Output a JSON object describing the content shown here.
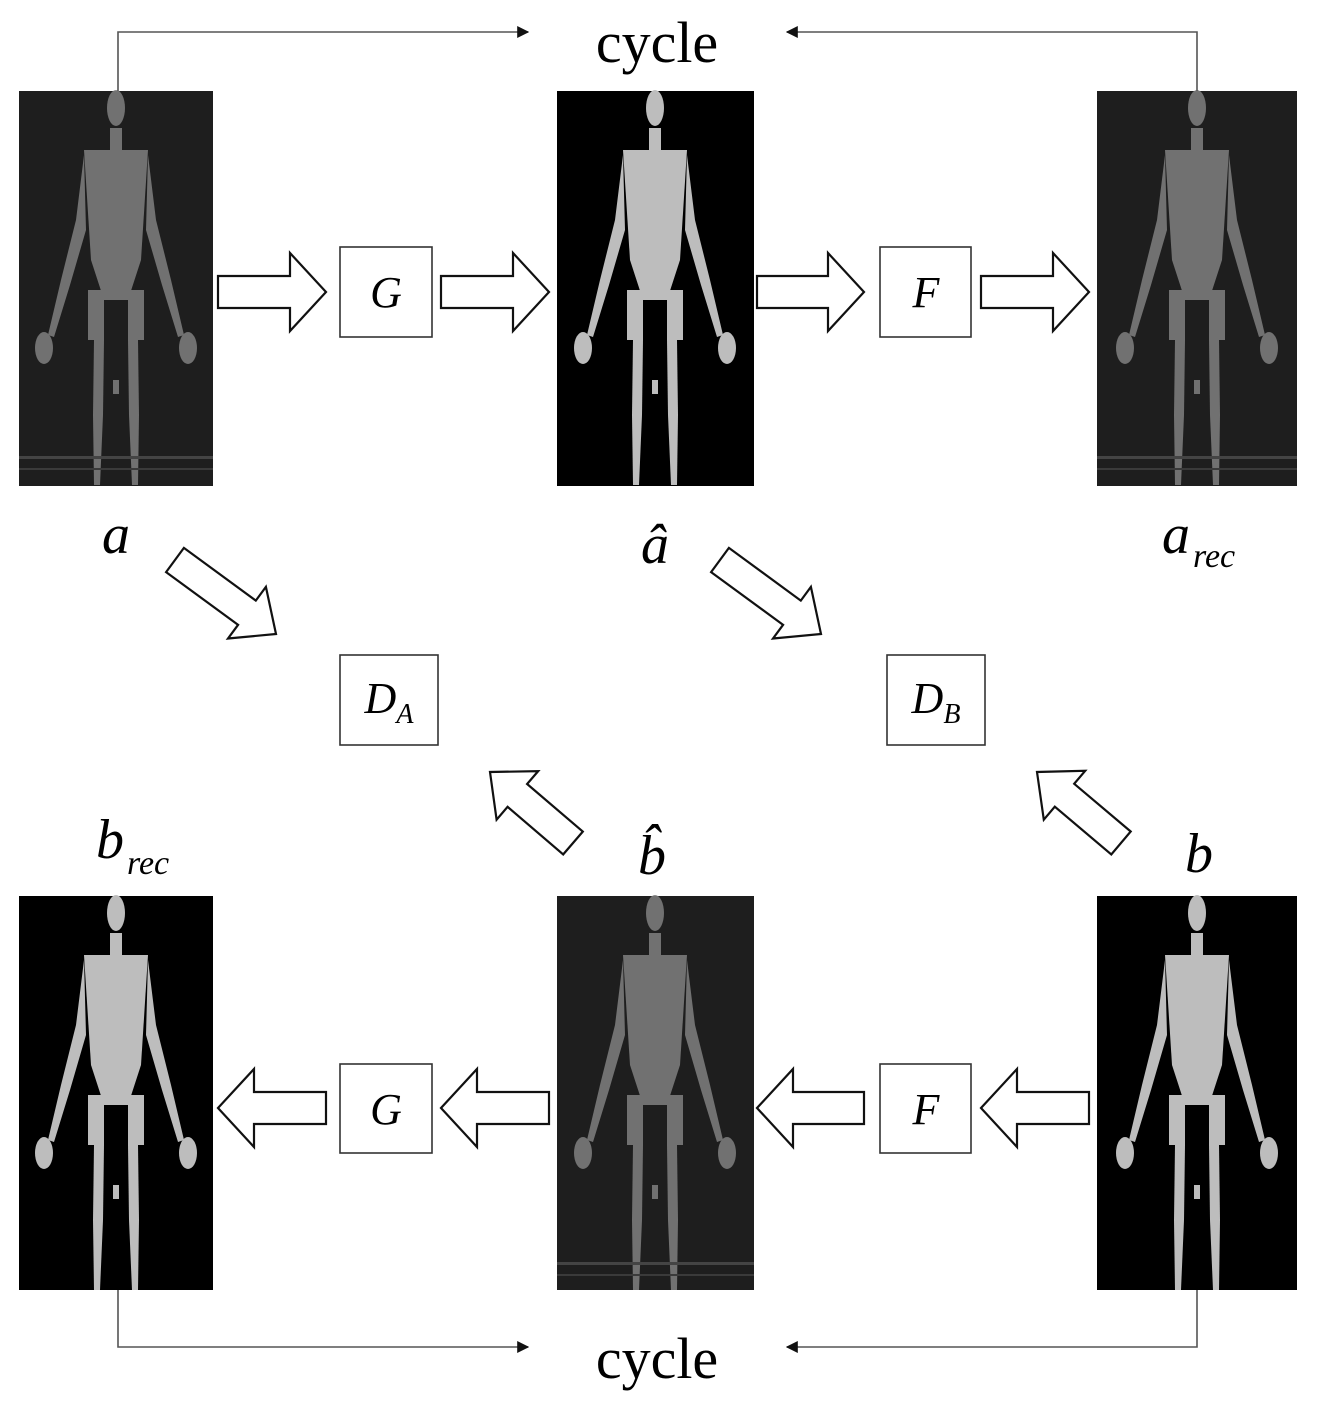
{
  "cycle_top_label": "cycle",
  "cycle_bottom_label": "cycle",
  "images": {
    "a": "a",
    "a_hat": "â",
    "a_rec_base": "a",
    "a_rec_sub": "rec",
    "b": "b",
    "b_hat": "b̂",
    "b_rec_base": "b",
    "b_rec_sub": "rec"
  },
  "boxes": {
    "g_top": "G",
    "f_top": "F",
    "g_bottom": "G",
    "f_bottom": "F",
    "da_base": "D",
    "da_sub": "A",
    "db_base": "D",
    "db_sub": "B"
  }
}
